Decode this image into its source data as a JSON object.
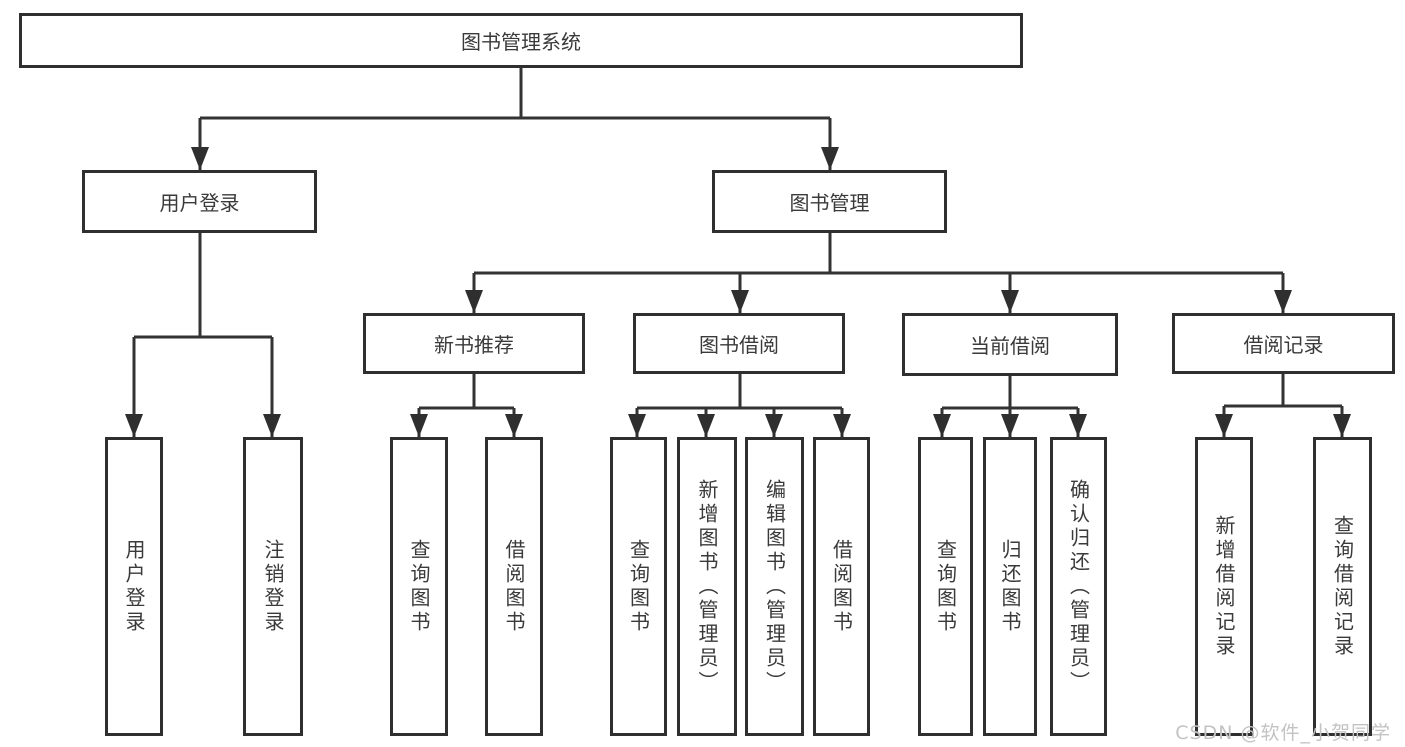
{
  "tree": {
    "root": {
      "label": "图书管理系统"
    },
    "branches": [
      {
        "label": "用户登录",
        "children": [
          {
            "label": "用户登录"
          },
          {
            "label": "注销登录"
          }
        ]
      },
      {
        "label": "图书管理",
        "children": [
          {
            "label": "新书推荐",
            "children": [
              {
                "label": "查询图书"
              },
              {
                "label": "借阅图书"
              }
            ]
          },
          {
            "label": "图书借阅",
            "children": [
              {
                "label": "查询图书"
              },
              {
                "label": "新增图书（管理员）"
              },
              {
                "label": "编辑图书（管理员）"
              },
              {
                "label": "借阅图书"
              }
            ]
          },
          {
            "label": "当前借阅",
            "children": [
              {
                "label": "查询图书"
              },
              {
                "label": "归还图书"
              },
              {
                "label": "确认归还（管理员）"
              }
            ]
          },
          {
            "label": "借阅记录",
            "children": [
              {
                "label": "新增借阅记录"
              },
              {
                "label": "查询借阅记录"
              }
            ]
          }
        ]
      }
    ]
  },
  "watermark": {
    "text": "CSDN @软件_小贺同学"
  },
  "colors": {
    "line": "#333333",
    "box_border": "#2f2f2f",
    "text": "#3a3a3a",
    "watermark": "#c3c3c3",
    "background": "#ffffff"
  }
}
